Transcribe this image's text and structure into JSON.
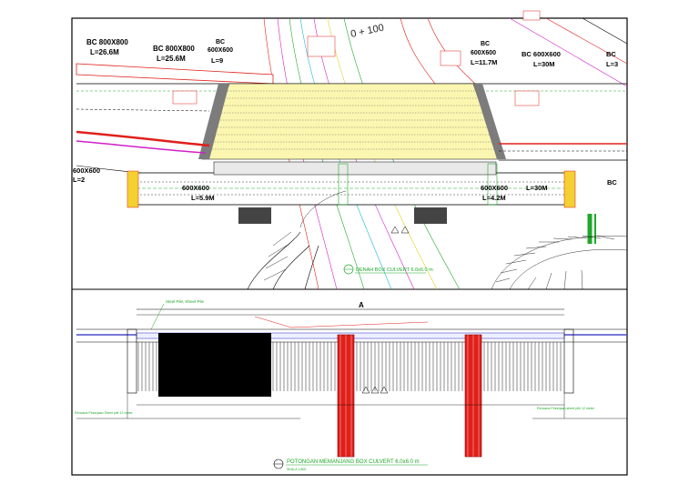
{
  "plan": {
    "chainage": "0 + 100",
    "culverts": [
      {
        "type": "BC 800X800",
        "length": "L=26.6M"
      },
      {
        "type": "BC 800X800",
        "length": "L=25.6M"
      },
      {
        "type": "BC 600X600",
        "length": "L=9"
      },
      {
        "type": "BC 600X600",
        "length": "L=11.7M"
      },
      {
        "type": "BC 600X600",
        "length": "L=30M"
      },
      {
        "type": "BC",
        "length": "L=3"
      }
    ],
    "left_culvert": {
      "size": "600X600",
      "length": "L=2"
    },
    "mid_culvert_a": {
      "size": "600X600",
      "length": "L=5.9M"
    },
    "mid_culvert_b": {
      "size": "600X600",
      "length": "L=4.2M"
    },
    "mid_culvert_c": {
      "length": "L=30M"
    },
    "right_culvert": {
      "type": "BC"
    },
    "title": "DENAH BOX CULVERT 6.0x6.0 m"
  },
  "section": {
    "sheet_pile_note": "Steel Pile, Sheet Pile",
    "marker": "A",
    "left_note": "Rencana Pekerjaan Sheet pile 12 meter",
    "right_note": "Rencana Pekerjaan sheet pile 12 meter",
    "title": "POTONGAN MEMANJANG BOX CULVERT 6.0x6.0 m",
    "scale": "SKALA 1:800"
  },
  "colors": {
    "border": "#000000",
    "red": "#e0201a",
    "green": "#1fa82a",
    "yellow": "#f0e030",
    "magenta": "#d020c8",
    "cyan": "#18b8d8"
  }
}
